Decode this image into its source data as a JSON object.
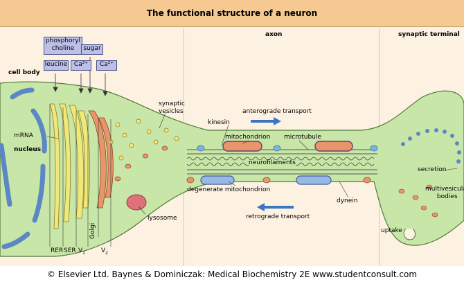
{
  "title": "The functional structure of a neuron",
  "sections": {
    "axon": "axon",
    "synaptic_terminal": "synaptic terminal",
    "cell_body": "cell body"
  },
  "inputs": {
    "phosphorylcholine": [
      "phosphoryl",
      "choline"
    ],
    "leucine": "leucine",
    "sugar": "sugar",
    "calcium_1": "Ca²⁺",
    "calcium_2": "Ca²⁺"
  },
  "labels": {
    "mrna": "mRNA",
    "nucleus": "nucleus",
    "synaptic_vesicles": [
      "synaptic",
      "vesicles"
    ],
    "kinesin": "kinesin",
    "anterograde": "anterograde transport",
    "mitochondrion": "mitochondrion",
    "microtubule": "microtubule",
    "neurofilaments": "neurofilaments",
    "degenerate_mito": "degenerate mitochondrion",
    "dynein": "dynein",
    "retrograde": "retrograde transport",
    "lysosome": "lysosome",
    "secretion": "secretion",
    "multivesicular": [
      "multivesicular",
      "bodies"
    ],
    "uptake": "uptake"
  },
  "organelle_labels": {
    "rer": "RER",
    "ser": "SER",
    "v1": "V",
    "v1_sub": "1",
    "golgi": "Golgi",
    "v2": "V",
    "v2_sub": "2"
  },
  "credit": "© Elsevier Ltd. Baynes & Dominiczak: Medical Biochemistry 2E www.studentconsult.com",
  "colors": {
    "cell": "#c8e6a8",
    "nucleus": "#5b88c4",
    "arrow": "#3a75c4",
    "vesicle": "#f1e87a",
    "orange": "#e8956a",
    "lysosome": "#e0707a"
  }
}
